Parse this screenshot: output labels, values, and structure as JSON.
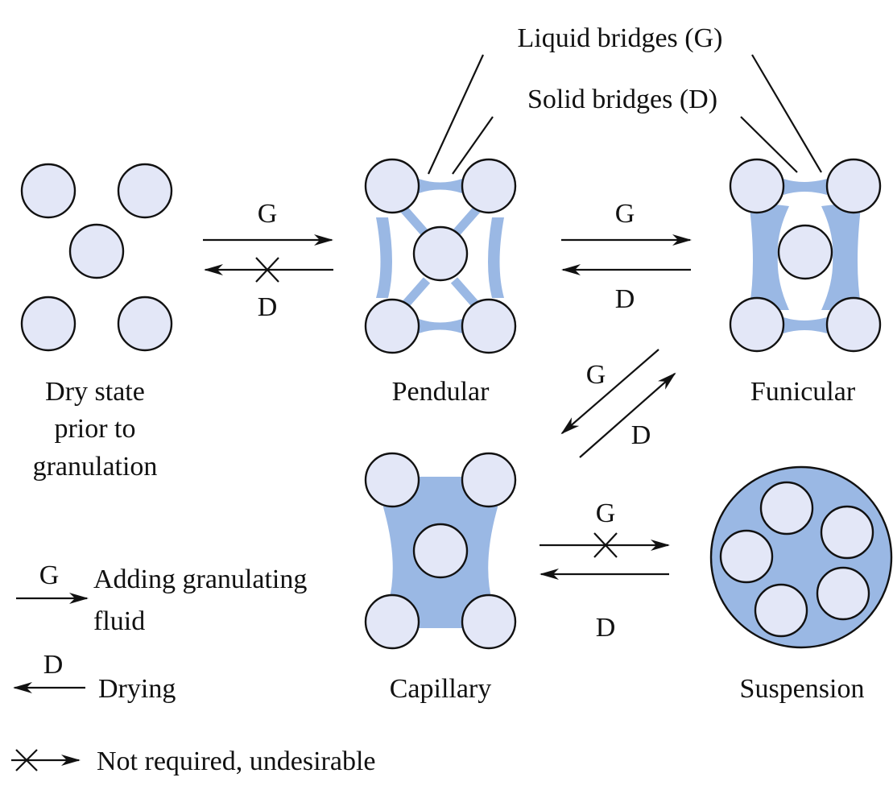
{
  "colors": {
    "particle_fill": "#e3e7f7",
    "bridge_fill": "#9ab8e4",
    "stroke": "#111111"
  },
  "callouts": {
    "liquid_bridges": "Liquid bridges (G)",
    "solid_bridges": "Solid bridges (D)"
  },
  "states": {
    "dry": {
      "line1": "Dry state",
      "line2": "prior to",
      "line3": "granulation"
    },
    "pendular": "Pendular",
    "funicular": "Funicular",
    "capillary": "Capillary",
    "suspension": "Suspension"
  },
  "arrows": {
    "g": "G",
    "d": "D"
  },
  "legend": {
    "g_symbol": "G",
    "adding_line1": "Adding granulating",
    "adding_line2": "fluid",
    "d_symbol": "D",
    "drying": "Drying",
    "not_required": "Not required, undesirable"
  }
}
